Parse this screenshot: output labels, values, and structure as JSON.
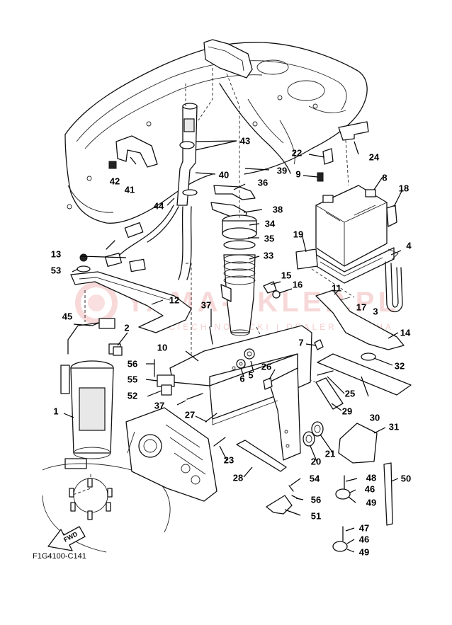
{
  "diagram_code": "F1G4100-C141",
  "fwd_label": "FWD",
  "watermark": {
    "main": "YAMA-SKLEP.PL",
    "sub": "WOJCIECH NOWICKI | DEALER YAMAHA"
  },
  "callouts": [
    {
      "id": "1",
      "label": "1"
    },
    {
      "id": "2",
      "label": "2"
    },
    {
      "id": "3",
      "label": "3"
    },
    {
      "id": "4",
      "label": "4"
    },
    {
      "id": "5",
      "label": "5"
    },
    {
      "id": "6",
      "label": "6"
    },
    {
      "id": "7",
      "label": "7"
    },
    {
      "id": "8",
      "label": "8"
    },
    {
      "id": "9",
      "label": "9"
    },
    {
      "id": "10",
      "label": "10"
    },
    {
      "id": "11",
      "label": "11"
    },
    {
      "id": "12",
      "label": "12"
    },
    {
      "id": "13",
      "label": "13"
    },
    {
      "id": "14",
      "label": "14"
    },
    {
      "id": "15",
      "label": "15"
    },
    {
      "id": "16",
      "label": "16"
    },
    {
      "id": "17",
      "label": "17"
    },
    {
      "id": "18",
      "label": "18"
    },
    {
      "id": "19",
      "label": "19"
    },
    {
      "id": "20",
      "label": "20"
    },
    {
      "id": "21",
      "label": "21"
    },
    {
      "id": "22",
      "label": "22"
    },
    {
      "id": "23",
      "label": "23"
    },
    {
      "id": "24",
      "label": "24"
    },
    {
      "id": "25",
      "label": "25"
    },
    {
      "id": "26",
      "label": "26"
    },
    {
      "id": "27",
      "label": "27"
    },
    {
      "id": "28",
      "label": "28"
    },
    {
      "id": "29",
      "label": "29"
    },
    {
      "id": "30",
      "label": "30"
    },
    {
      "id": "31",
      "label": "31"
    },
    {
      "id": "32",
      "label": "32"
    },
    {
      "id": "33",
      "label": "33"
    },
    {
      "id": "34",
      "label": "34"
    },
    {
      "id": "35",
      "label": "35"
    },
    {
      "id": "36",
      "label": "36"
    },
    {
      "id": "37a",
      "label": "37"
    },
    {
      "id": "37b",
      "label": "37"
    },
    {
      "id": "38",
      "label": "38"
    },
    {
      "id": "39",
      "label": "39"
    },
    {
      "id": "40",
      "label": "40"
    },
    {
      "id": "41",
      "label": "41"
    },
    {
      "id": "42",
      "label": "42"
    },
    {
      "id": "43",
      "label": "43"
    },
    {
      "id": "44",
      "label": "44"
    },
    {
      "id": "45",
      "label": "45"
    },
    {
      "id": "46a",
      "label": "46"
    },
    {
      "id": "46b",
      "label": "46"
    },
    {
      "id": "47",
      "label": "47"
    },
    {
      "id": "48",
      "label": "48"
    },
    {
      "id": "49a",
      "label": "49"
    },
    {
      "id": "49b",
      "label": "49"
    },
    {
      "id": "50",
      "label": "50"
    },
    {
      "id": "51",
      "label": "51"
    },
    {
      "id": "52",
      "label": "52"
    },
    {
      "id": "53",
      "label": "53"
    },
    {
      "id": "54",
      "label": "54"
    },
    {
      "id": "55",
      "label": "55"
    },
    {
      "id": "56a",
      "label": "56"
    },
    {
      "id": "56b",
      "label": "56"
    }
  ]
}
